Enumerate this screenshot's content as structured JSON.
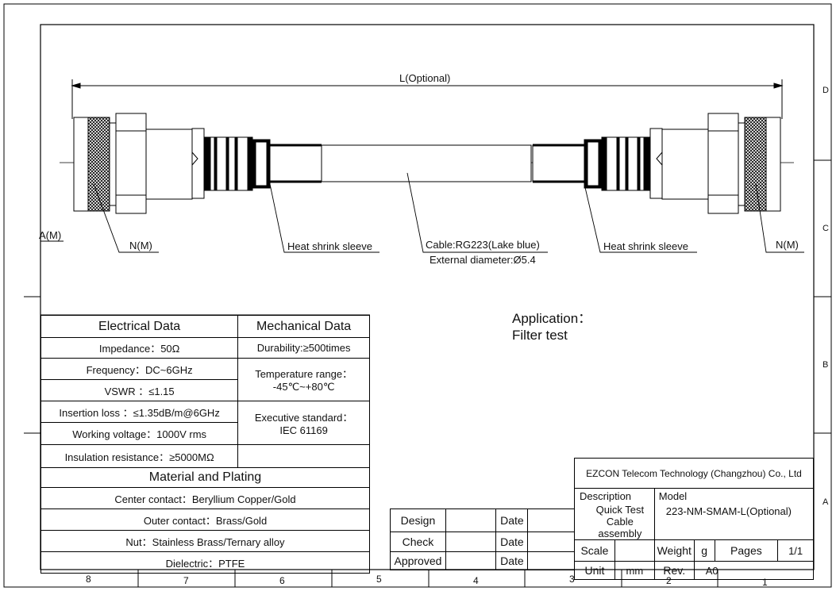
{
  "drawing": {
    "length_label": "L(Optional)",
    "left_connector": "N(M)",
    "right_connector": "N(M)",
    "left_sleeve": "Heat shrink sleeve",
    "right_sleeve": "Heat shrink sleeve",
    "cable_label": "Cable:RG223(Lake blue)",
    "cable_diameter": "External diameter:Ø5.4",
    "section_label": "A(M)"
  },
  "application": {
    "title": "Application：",
    "value": "Filter test"
  },
  "zones_right": [
    "D",
    "C",
    "B",
    "A"
  ],
  "zones_bottom": [
    "8",
    "7",
    "6",
    "5",
    "4",
    "3",
    "2",
    "1"
  ],
  "electrical": {
    "header": "Electrical Data",
    "rows": [
      "Impedance：50Ω",
      "Frequency：DC~6GHz",
      "VSWR ：≤1.15",
      "Insertion loss ：≤1.35dB/m@6GHz",
      "Working voltage：1000V rms",
      "Insulation resistance：≥5000MΩ"
    ]
  },
  "mechanical": {
    "header": "Mechanical Data",
    "durability": "Durability:≥500times",
    "temp_label": "Temperature range：",
    "temp_value": "-45℃~+80℃",
    "std_label": "Executive standard：",
    "std_value": "IEC 61169"
  },
  "materials": {
    "header": "Material and Plating",
    "rows": [
      "Center contact：Beryllium Copper/Gold",
      "Outer contact：Brass/Gold",
      "Nut：Stainless Brass/Ternary alloy",
      "Dielectric：PTFE"
    ]
  },
  "title_block": {
    "company": "EZCON Telecom Technology (Changzhou) Co., Ltd",
    "description_label": "Description",
    "description_value": "Quick Test Cable assembly",
    "model_label": "Model",
    "model_value": "223-NM-SMAM-L(Optional)",
    "scale_label": "Scale",
    "weight_label": "Weight",
    "weight_unit": "g",
    "pages_label": "Pages",
    "pages_value": "1/1",
    "unit_label": "Unit",
    "unit_value": "mm",
    "rev_label": "Rev.",
    "rev_value": "A0"
  },
  "sign_block": {
    "rows": [
      {
        "role": "Design",
        "date": "Date"
      },
      {
        "role": "Check",
        "date": "Date"
      },
      {
        "role": "Approved",
        "date": "Date"
      }
    ]
  }
}
